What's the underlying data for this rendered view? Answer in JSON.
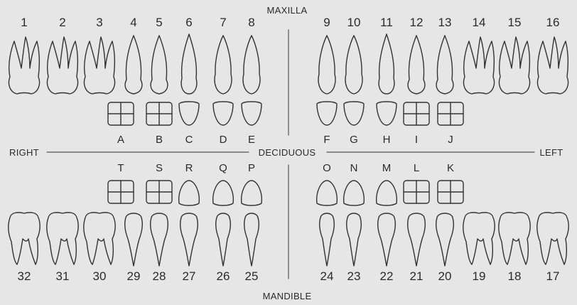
{
  "titles": {
    "top": "MAXILLA",
    "bottom": "MANDIBLE",
    "middle": "DECIDUOUS",
    "right_side": "RIGHT",
    "left_side": "LEFT"
  },
  "maxilla_permanent": [
    "1",
    "2",
    "3",
    "4",
    "5",
    "6",
    "7",
    "8",
    "9",
    "10",
    "11",
    "12",
    "13",
    "14",
    "15",
    "16"
  ],
  "maxilla_deciduous": [
    "A",
    "B",
    "C",
    "D",
    "E",
    "F",
    "G",
    "H",
    "I",
    "J"
  ],
  "mandible_deciduous": [
    "T",
    "S",
    "R",
    "Q",
    "P",
    "O",
    "N",
    "M",
    "L",
    "K"
  ],
  "mandible_permanent": [
    "32",
    "31",
    "30",
    "29",
    "28",
    "27",
    "26",
    "25",
    "24",
    "23",
    "22",
    "21",
    "20",
    "19",
    "18",
    "17"
  ],
  "colors": {
    "background": "#e6e6e6",
    "ink": "#333333"
  }
}
